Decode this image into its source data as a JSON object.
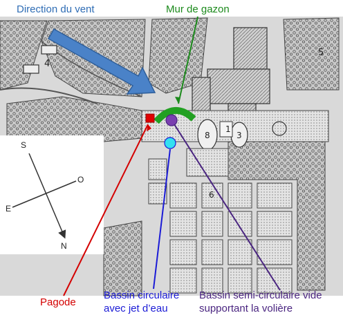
{
  "labels": {
    "wind_direction": "Direction du vent",
    "turf_wall": "Mur de gazon",
    "pagoda": "Pagode",
    "round_basin_line1": "Bassin circulaire",
    "round_basin_line2": "avec jet d’eau",
    "semi_basin_line1": "Bassin semi-circulaire vide",
    "semi_basin_line2": "supportant la volière"
  },
  "compass": {
    "south": "S",
    "west": "O",
    "east": "E",
    "north": "N"
  },
  "map_numbers": {
    "n1": "1",
    "n3": "3",
    "n4": "4",
    "n5": "5",
    "n6": "6",
    "n8": "8"
  },
  "colors": {
    "wind_arrow": "#2f6db5",
    "turf_wall": "#22a022",
    "pagoda": "#e00000",
    "round_basin": "#33e0f0",
    "semi_basin": "#7a3fb0",
    "map_ink": "#3a3a3a",
    "map_paper": "#d9d9d9"
  }
}
